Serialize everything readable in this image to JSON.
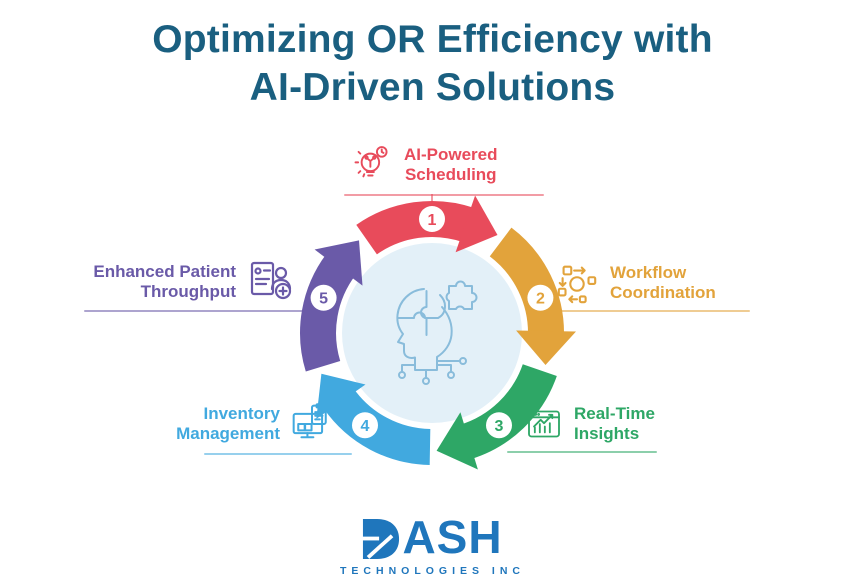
{
  "title": "Optimizing OR Efficiency with\nAI-Driven Solutions",
  "colors": {
    "title": "#1A5F80",
    "center_circle_fill": "#E3F0F8",
    "center_icon_stroke": "#89BCDB",
    "logo_blue": "#1F76BC",
    "background": "#FFFFFF",
    "badge_fill": "#FFFFFF"
  },
  "cycle": {
    "direction": "clockwise",
    "center_icon": "ai-head-puzzle-icon",
    "steps": [
      {
        "num": "1",
        "label": "AI-Powered\nScheduling",
        "color": "#E84B5B",
        "icon": "lightbulb-gear-icon"
      },
      {
        "num": "2",
        "label": "Workflow\nCoordination",
        "color": "#E2A33B",
        "icon": "workflow-diagram-icon"
      },
      {
        "num": "3",
        "label": "Real-Time\nInsights",
        "color": "#2EA766",
        "icon": "analytics-window-icon"
      },
      {
        "num": "4",
        "label": "Inventory\nManagement",
        "color": "#41A9DF",
        "icon": "inventory-monitor-icon"
      },
      {
        "num": "5",
        "label": "Enhanced Patient\nThroughput",
        "color": "#6A5AA8",
        "icon": "patient-record-icon"
      }
    ]
  },
  "logo": {
    "name": "DASH",
    "wordmark_tail": "ASH",
    "subtitle": "TECHNOLOGIES INC"
  }
}
